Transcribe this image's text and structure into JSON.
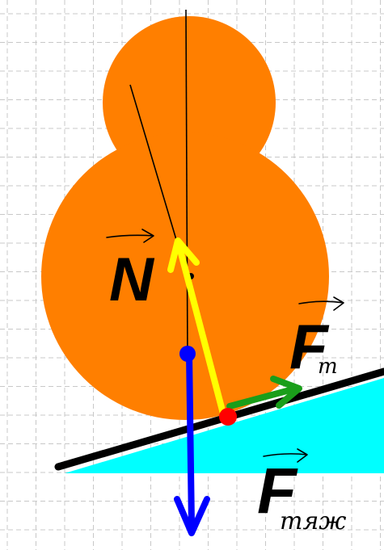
{
  "diagram": {
    "colors": {
      "background": "#ffffff",
      "grid": "#c8c8c8",
      "body": "#ff7f00",
      "incline_fill": "#00ffff",
      "incline_line": "#000000",
      "normal_force": "#ffff00",
      "friction_force": "#1a9e1a",
      "gravity_force": "#0000ff",
      "contact_point": "#ff0000"
    },
    "labels": {
      "normal": {
        "letter": "N",
        "subscript": ""
      },
      "friction": {
        "letter": "F",
        "subscript": "т"
      },
      "gravity": {
        "letter": "F",
        "subscript": "тяж"
      }
    }
  }
}
